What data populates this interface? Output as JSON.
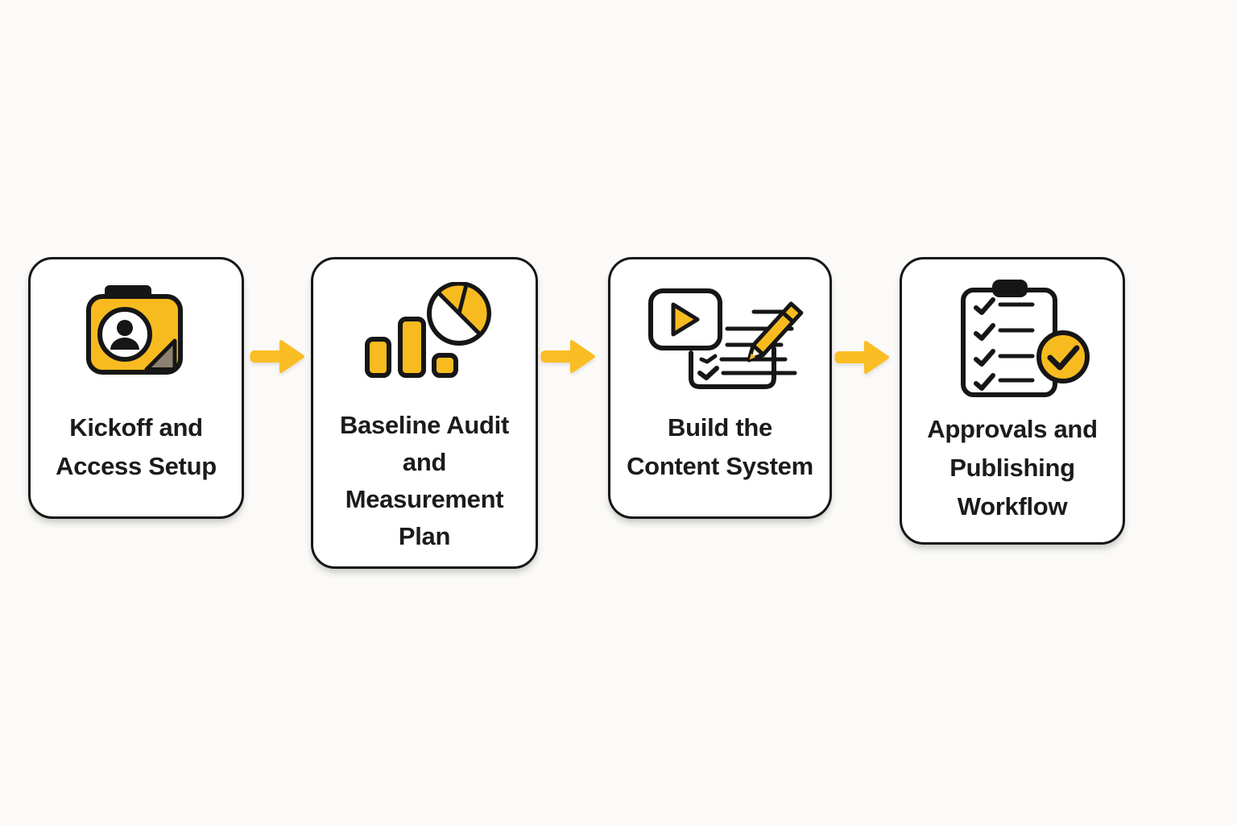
{
  "diagram": {
    "type": "process-flow",
    "direction": "left-to-right",
    "step_count": 4
  },
  "colors": {
    "icon_yellow": "#F7BB20",
    "arrow_yellow": "#FBBD24",
    "outline_ink": "#161616",
    "fold_gray": "#8D8171",
    "pencil_tip_cream": "#FFF4D8",
    "text": "#1B1B1B",
    "card_background": "#FFFFFF",
    "page_background": "#FBFAF8"
  },
  "steps": [
    {
      "icon": "id-badge-icon",
      "title": "Kickoff and Access Setup",
      "title_lines": [
        "Kickoff and",
        "Access Setup"
      ]
    },
    {
      "icon": "analytics-bar-pie-icon",
      "title": "Baseline Audit and Measurement Plan",
      "title_lines": [
        "Baseline Audit",
        "and",
        "Measurement",
        "Plan"
      ]
    },
    {
      "icon": "content-editing-icon",
      "title": "Build the Content System",
      "title_lines": [
        "Build the",
        "Content System"
      ]
    },
    {
      "icon": "approval-checklist-icon",
      "title": "Approvals and Publishing Workflow",
      "title_lines": [
        "Approvals and",
        "Publishing",
        "Workflow"
      ]
    }
  ],
  "connectors": [
    {
      "name": "arrow-1",
      "from": "step-1",
      "to": "step-2",
      "direction": "right"
    },
    {
      "name": "arrow-2",
      "from": "step-2",
      "to": "step-3",
      "direction": "right"
    },
    {
      "name": "arrow-3",
      "from": "step-3",
      "to": "step-4",
      "direction": "right"
    }
  ]
}
